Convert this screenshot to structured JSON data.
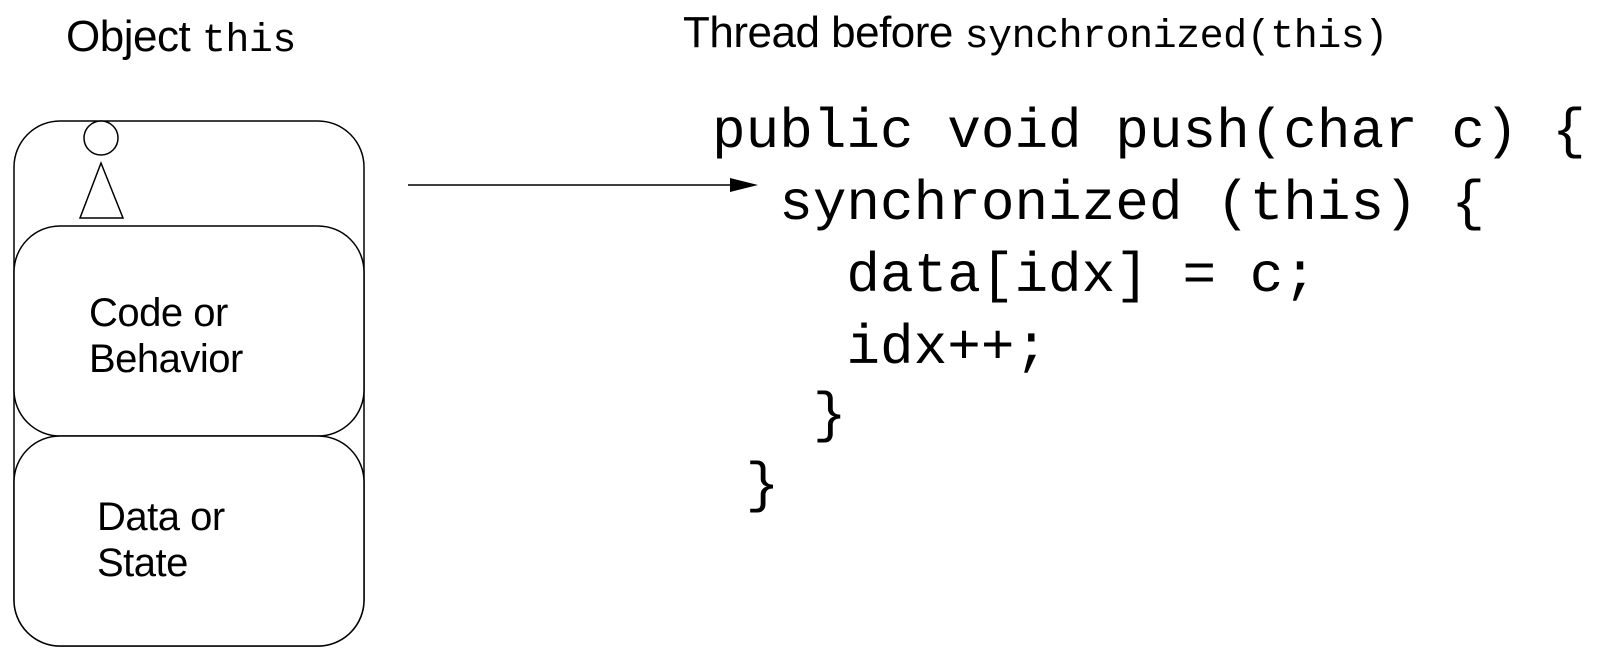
{
  "object_title": {
    "prefix": "Object",
    "code": "this"
  },
  "thread_title": {
    "prefix": "Thread before",
    "code": "synchronized(this)"
  },
  "object_box": {
    "code_label_line1": "Code or",
    "code_label_line2": "Behavior",
    "data_label_line1": "Data or",
    "data_label_line2": "State"
  },
  "code_lines": [
    "public void push(char c) {",
    "  synchronized (this) {",
    "    data[idx] = c;",
    "    idx++;",
    "   }",
    " }"
  ]
}
